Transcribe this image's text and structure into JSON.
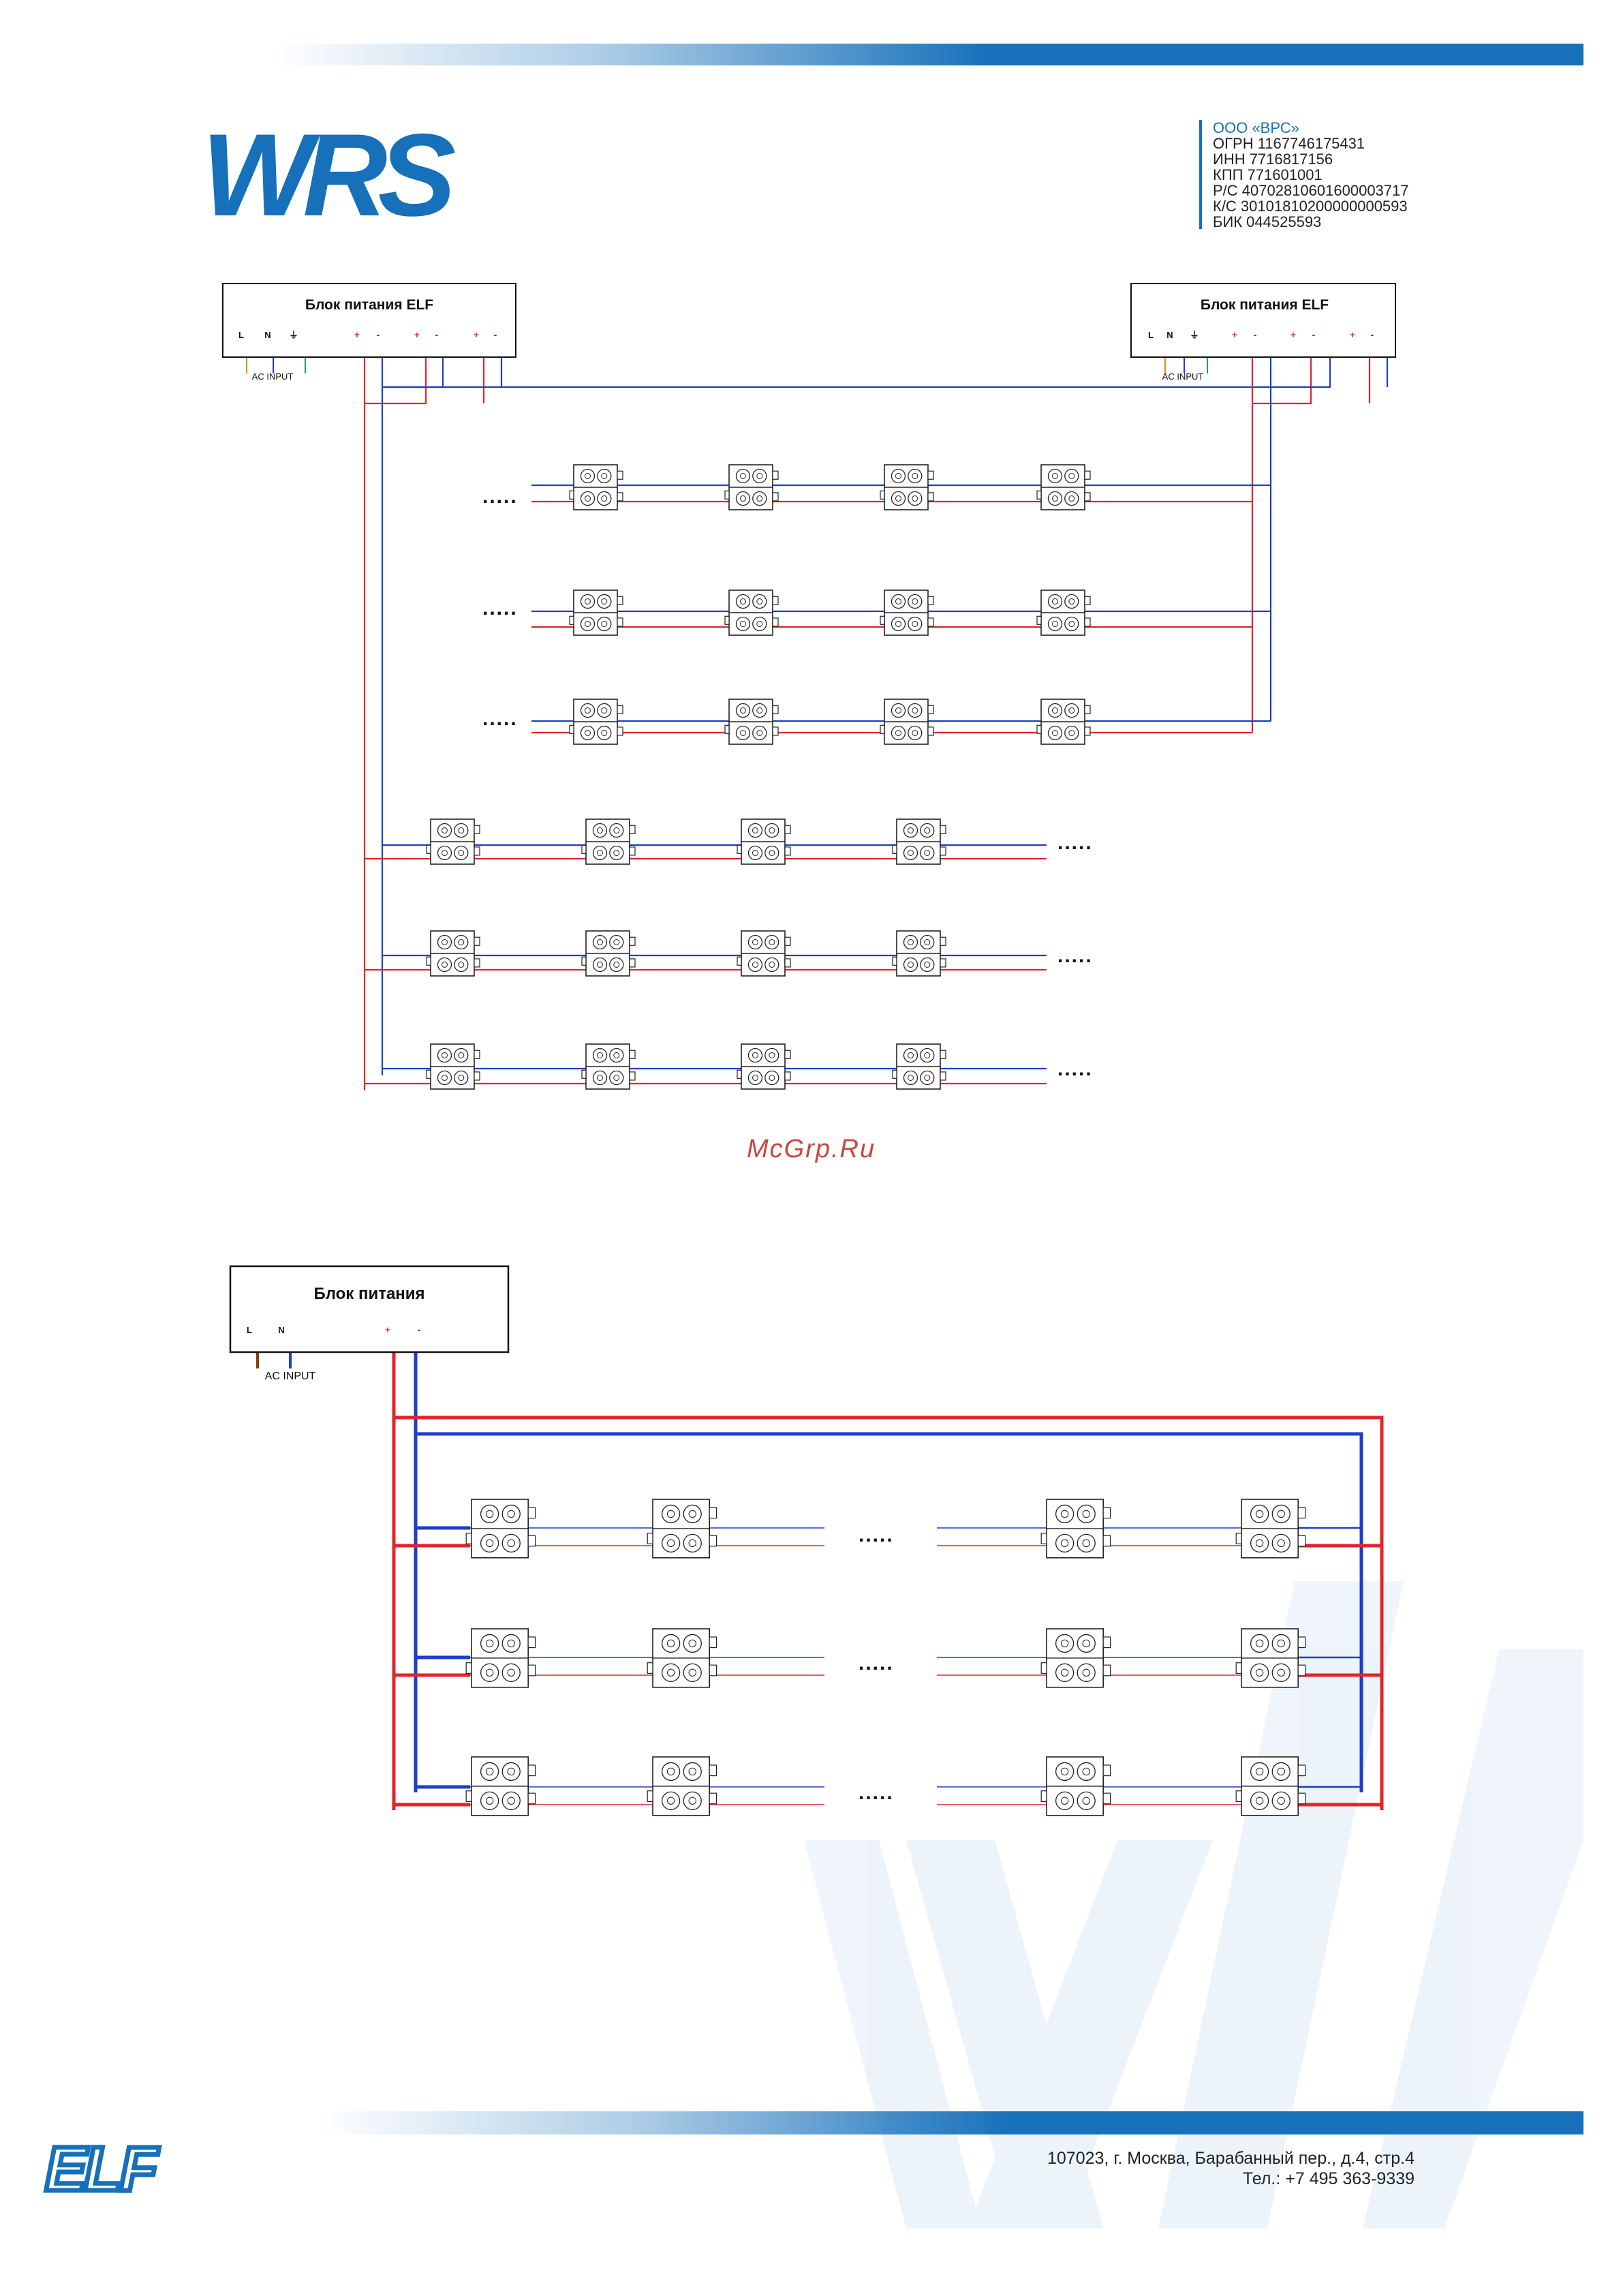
{
  "header": {
    "logo_text": "WRS",
    "company": {
      "name": "ООО «ВРС»",
      "lines": [
        "ОГРН 1167746175431",
        "ИНН 7716817156",
        "КПП 771601001",
        "Р/С 40702810601600003717",
        "К/С 30101810200000000593",
        "БИК 044525593"
      ]
    }
  },
  "diagram1": {
    "psu_left": {
      "title": "Блок питания ELF",
      "terminals": [
        "L",
        "N",
        "⏚",
        "+",
        "-",
        "+",
        "-",
        "+",
        "-"
      ],
      "ac_input": "AC INPUT"
    },
    "psu_right": {
      "title": "Блок питания ELF",
      "terminals": [
        "L",
        "N",
        "⏚",
        "+",
        "-",
        "+",
        "-",
        "+",
        "-"
      ],
      "ac_input": "AC INPUT"
    },
    "ellipsis": "....."
  },
  "watermark": "McGrp.Ru",
  "diagram2": {
    "psu": {
      "title": "Блок питания",
      "terminals": [
        "L",
        "N",
        "+",
        "-"
      ],
      "ac_input": "AC INPUT"
    },
    "ellipsis": "....."
  },
  "footer": {
    "logo_text": "ELF",
    "address": "107023, г. Москва, Барабанный пер., д.4, стр.4",
    "phone": "Тел.: +7 495 363-9339"
  },
  "colors": {
    "brand_blue": "#1670ba",
    "wire_red": "#e0262b",
    "wire_blue": "#1d3ec8",
    "wire_L": "#e08a1e",
    "wire_ground": "#2e9e4a",
    "wire_L_brown": "#8b3a10"
  }
}
